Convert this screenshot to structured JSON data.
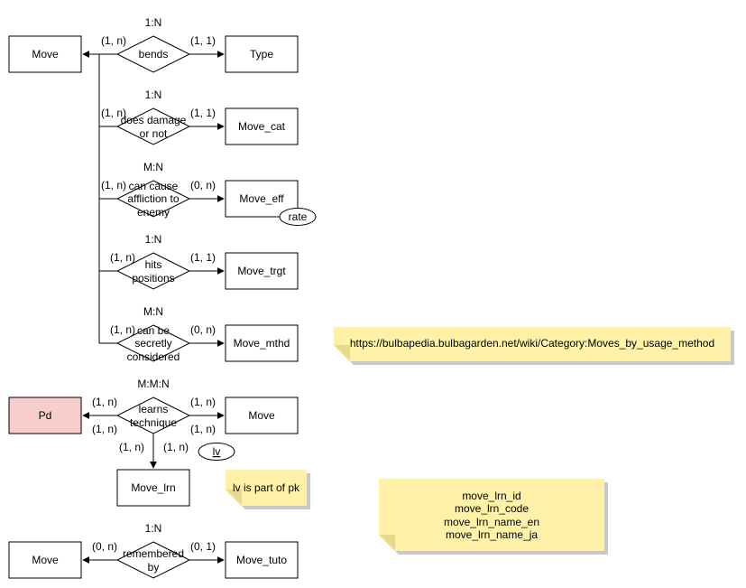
{
  "colors": {
    "stroke": "#000000",
    "entity_fill": "#ffffff",
    "highlight_fill": "#f8cecc",
    "note_fill": "#fff2a8",
    "note_shadow": "#c8c8c8"
  },
  "entities": {
    "move_1": "Move",
    "type": "Type",
    "move_cat": "Move_cat",
    "move_eff": "Move_eff",
    "move_trgt": "Move_trgt",
    "move_mthd": "Move_mthd",
    "pd": "Pd",
    "move_2": "Move",
    "move_lrn": "Move_lrn",
    "move_3": "Move",
    "move_tuto": "Move_tuto"
  },
  "attributes": {
    "rate": "rate",
    "lv": "lv"
  },
  "relationships": {
    "bends": {
      "label": [
        "bends"
      ],
      "type": "1:N",
      "left": "(1, n)",
      "right": "(1, 1)"
    },
    "damage": {
      "label": [
        "does damage",
        "or not"
      ],
      "type": "1:N",
      "left": "(1, n)",
      "right": "(1, 1)"
    },
    "affliction": {
      "label": [
        "can cause",
        "affliction to",
        "enemy"
      ],
      "type": "M:N",
      "left": "(1, n)",
      "right": "(0, n)"
    },
    "hits": {
      "label": [
        "hits",
        "positions"
      ],
      "type": "1:N",
      "left": "(1, n)",
      "right": "(1, 1)"
    },
    "secretly": {
      "label": [
        "can be",
        "secretly",
        "considered"
      ],
      "type": "M:N",
      "left": "(1, n)",
      "right": "(0, n)"
    },
    "learns": {
      "label": [
        "learns",
        "technique"
      ],
      "type": "M:M:N",
      "left_top": "(1, n)",
      "left_bottom": "(1, n)",
      "right_top": "(1, n)",
      "right_bottom": "(1, n)",
      "down_left": "(1, n)",
      "down_right": "(1, n)"
    },
    "remembered": {
      "label": [
        "remembered",
        "by"
      ],
      "type": "1:N",
      "left": "(0, n)",
      "right": "(0, 1)"
    }
  },
  "notes": {
    "url": "https://bulbapedia.bulbagarden.net/wiki/Category:Moves_by_usage_method",
    "pk": "lv is part of pk",
    "fields": [
      "move_lrn_id",
      "move_lrn_code",
      "move_lrn_name_en",
      "move_lrn_name_ja"
    ]
  }
}
